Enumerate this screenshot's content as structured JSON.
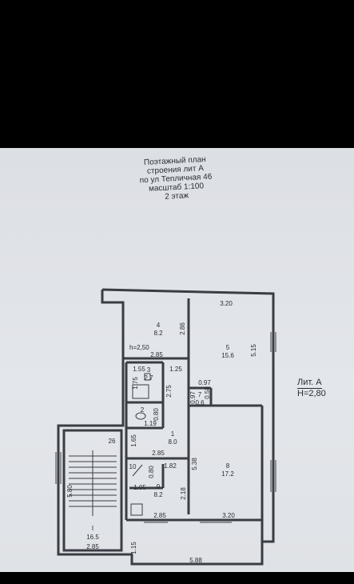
{
  "title": {
    "line1": "Поэтажный план",
    "line2": "строения лит А",
    "line3": "по ул Тепличная 46",
    "line4": "масштаб 1:100",
    "line5": "2 этаж"
  },
  "lit": {
    "name": "Лит. А",
    "height": "Н=2,80"
  },
  "room_height_note": "h=2,50",
  "rooms": [
    {
      "no": "4",
      "area": "8.2"
    },
    {
      "no": "5",
      "area": "15.6"
    },
    {
      "no": "3",
      "area": "2.7"
    },
    {
      "no": "2",
      "area": "1.19"
    },
    {
      "no": "7",
      "area": "0.6"
    },
    {
      "no": "1",
      "area": "8.0"
    },
    {
      "no": "10",
      "area": ""
    },
    {
      "no": "9",
      "area": "8.2"
    },
    {
      "no": "8",
      "area": "17.2"
    },
    {
      "no": "I",
      "area": "16.5"
    }
  ],
  "dims": {
    "d_320_top": "3.20",
    "d_286": "2.86",
    "d_515": "5.15",
    "d_285_a": "2.85",
    "d_155": "1.55",
    "d_125": "1.25",
    "d_175": "1.75",
    "d_275": "2.75",
    "d_097": "0.97",
    "d_097v": "0.97",
    "d_058": "0.58",
    "d_080_a": "0.80",
    "d_26": "26",
    "d_165": "1.65",
    "d_285_b": "2.85",
    "d_080_b": "0.80",
    "d_182": "1.82",
    "d_538": "5.38",
    "d_105": "1.05",
    "d_218": "2.18",
    "d_580": "5.80",
    "d_285_c": "2.85",
    "d_320_bot": "3.20",
    "d_285_d": "2.85",
    "d_115": "1.15",
    "d_588": "5.88"
  }
}
